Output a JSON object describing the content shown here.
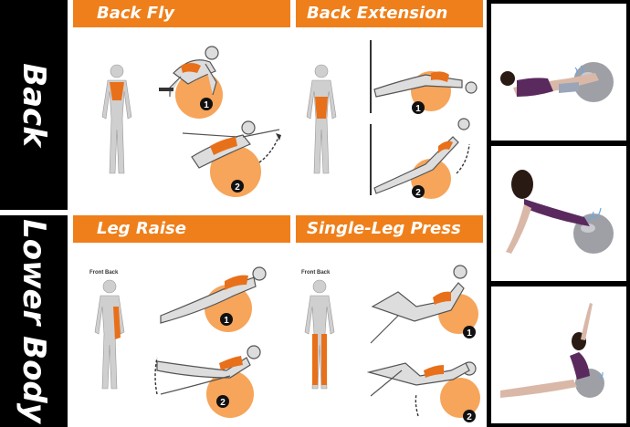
{
  "sidebar": {
    "back_label": "Back",
    "lower_body_label": "Lower Body"
  },
  "panels": {
    "back_fly": {
      "title": "Back Fly",
      "step1": "1",
      "step2": "2"
    },
    "back_extension": {
      "title": "Back Extension",
      "step1": "1",
      "step2": "2"
    },
    "leg_raise": {
      "title": "Leg Raise",
      "front_back": "Front Back",
      "step1": "1",
      "step2": "2"
    },
    "single_leg_press": {
      "title": "Single-Leg Press",
      "front_back": "Front Back",
      "step1": "1",
      "step2": "2"
    }
  },
  "colors": {
    "accent": "#ef7f1a",
    "ball": "#f6a55a",
    "muscle": "#e8701a",
    "body": "#c8c8c8",
    "silver_ball": "#9ea0a6",
    "shirt": "#5a2a5e"
  }
}
